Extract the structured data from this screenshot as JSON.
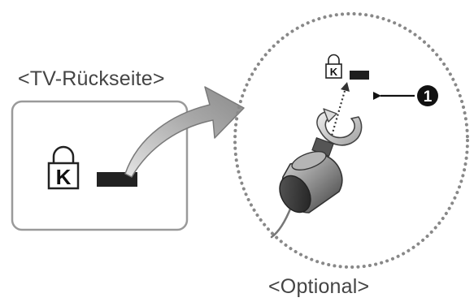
{
  "tv_back_label": "<TV-Rückseite>",
  "optional_label": "<Optional>",
  "kensington_letter": "K",
  "callout_number": "1",
  "icons": {
    "kensington": "kensington-lock-icon",
    "callout": "callout-number-one-icon"
  },
  "colors": {
    "text": "#444444",
    "frame": "#999999",
    "dots": "#888888",
    "slot": "#222222",
    "arrow": "#8f8f8f"
  }
}
